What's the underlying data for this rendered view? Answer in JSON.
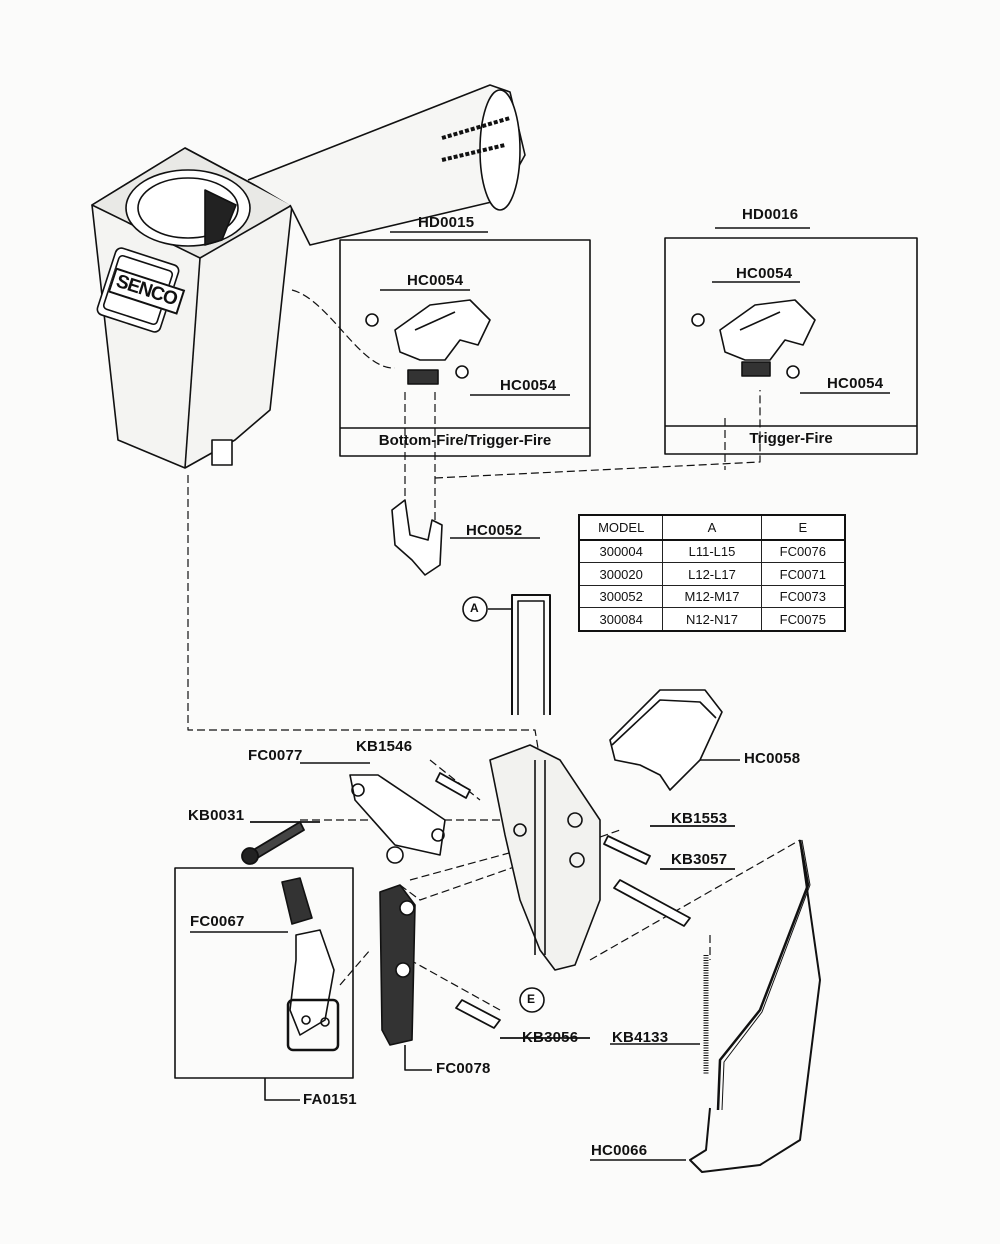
{
  "brand_logo": "SENCO",
  "assemblies": [
    {
      "part": "HD0015",
      "caption": "Bottom-Fire/Trigger-Fire",
      "parts": [
        "HC0054",
        "HC0054"
      ]
    },
    {
      "part": "HD0016",
      "caption": "Trigger-Fire",
      "parts": [
        "HC0054",
        "HC0054"
      ]
    }
  ],
  "labels": {
    "hc0052": "HC0052",
    "hc0058": "HC0058",
    "fc0077": "FC0077",
    "kb1546": "KB1546",
    "kb0031": "KB0031",
    "kb1553": "KB1553",
    "kb3057": "KB3057",
    "fc0067": "FC0067",
    "kb3056": "KB3056",
    "kb4133": "KB4133",
    "fc0078": "FC0078",
    "fa0151": "FA0151",
    "hc0066": "HC0066",
    "callout_a": "A",
    "callout_e": "E"
  },
  "model_table": {
    "headers": [
      "MODEL",
      "A",
      "E"
    ],
    "rows": [
      [
        "300004",
        "L11-L15",
        "FC0076"
      ],
      [
        "300020",
        "L12-L17",
        "FC0071"
      ],
      [
        "300052",
        "M12-M17",
        "FC0073"
      ],
      [
        "300084",
        "N12-N17",
        "FC0075"
      ]
    ]
  }
}
